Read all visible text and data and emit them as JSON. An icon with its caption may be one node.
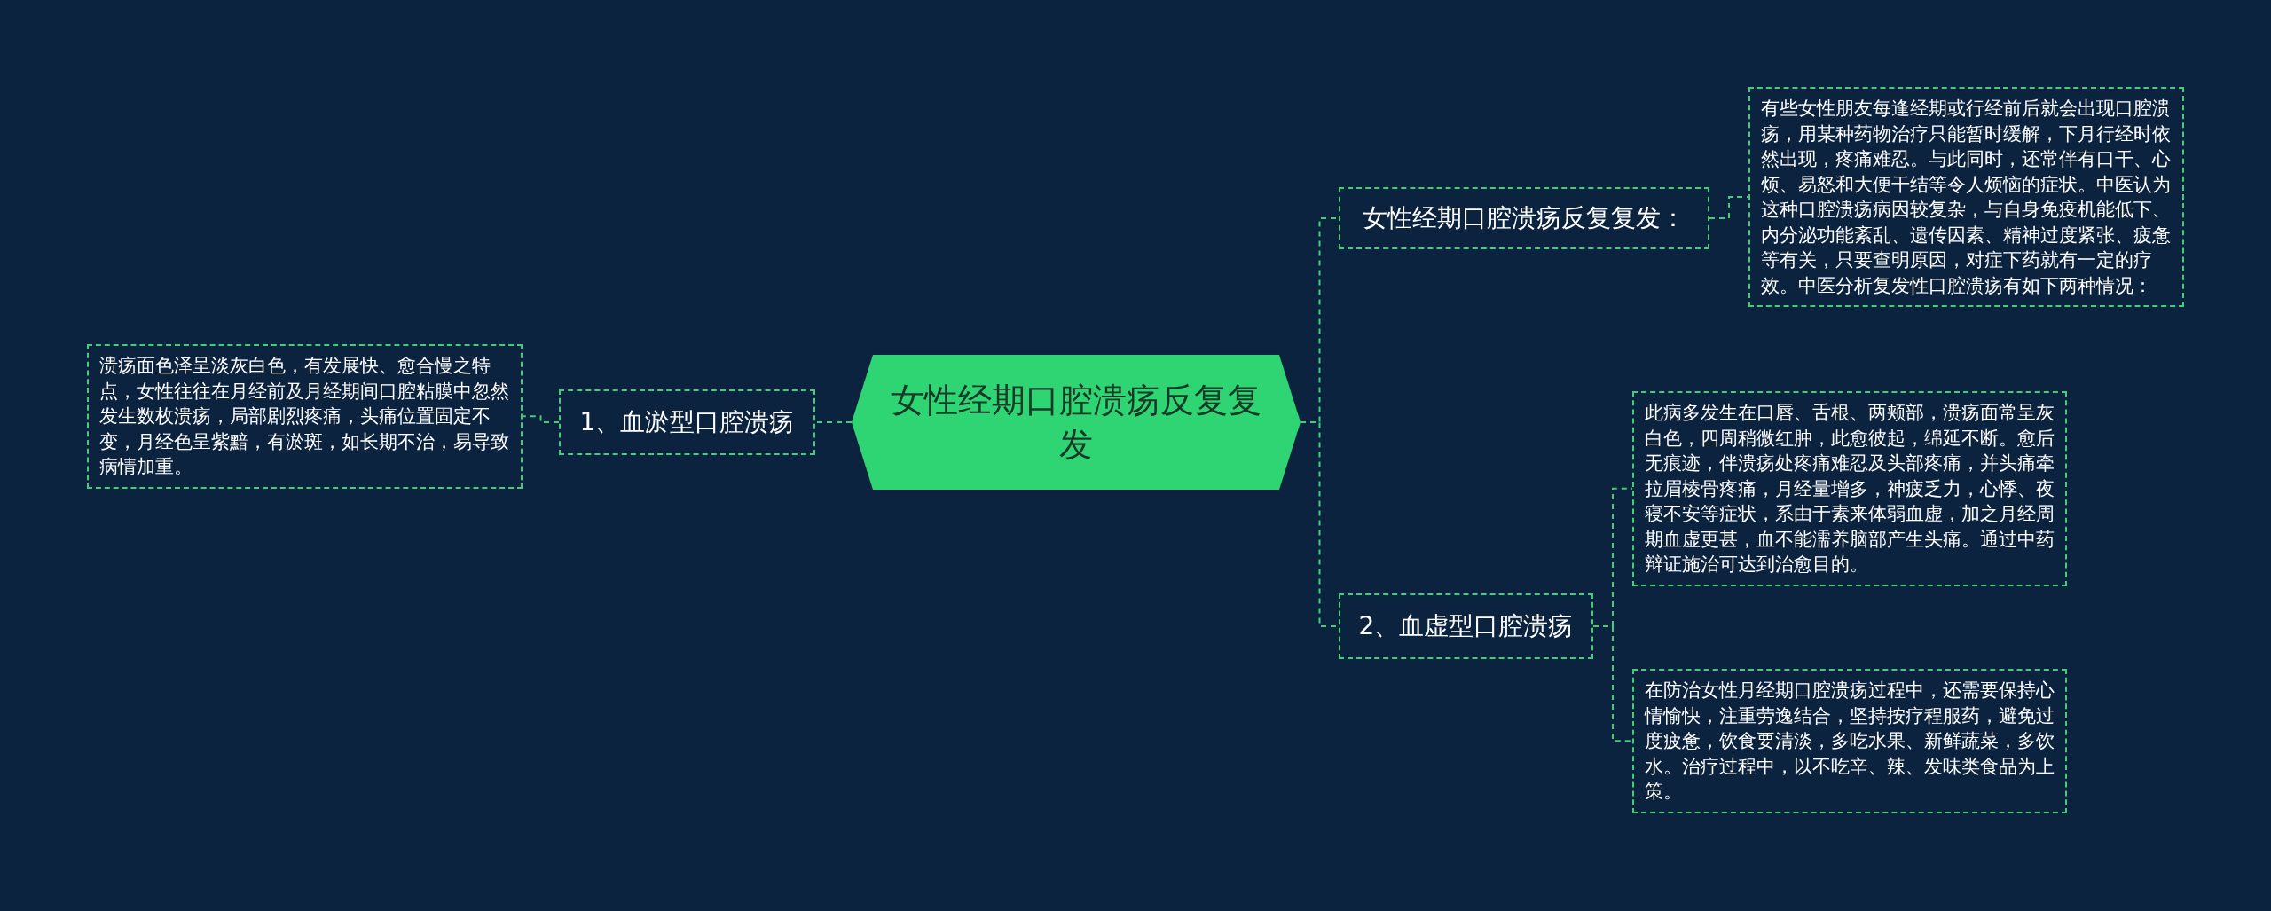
{
  "diagram": {
    "nodes": [
      {
        "text": [
          "女性经期口腔溃疡反复复发"
        ]
      },
      {
        "text": [
          "1、血淤型口腔溃疡"
        ]
      },
      {
        "text": [
          "溃疡面色泽呈淡灰白色，有发展快、愈合慢之特点，女性往往在月经前及月经期间口腔粘膜中忽然发生数枚溃疡，局部剧烈疼痛，头痛位置固定不变，月经色呈紫黯，有淤斑，如长期不治，易导致病情加重。"
        ]
      },
      {
        "text": [
          "女性经期口腔溃疡反复复发："
        ]
      },
      {
        "text": [
          "有些女性朋友每逢经期或行经前后就会出现口腔溃疡，用某种药物治疗只能暂时缓解，下月行经时依然出现，疼痛难忍。与此同时，还常伴有口干、心烦、易怒和大便干结等令人烦恼的症状。中医认为这种口腔溃疡病因较复杂，与自身免疫机能低下、内分泌功能紊乱、遗传因素、精神过度紧张、疲惫等有关，只要查明原因，对症下药就有一定的疗效。中医分析复发性口腔溃疡有如下两种情况："
        ]
      },
      {
        "text": [
          "2、血虚型口腔溃疡"
        ]
      },
      {
        "text": [
          "此病多发生在口唇、舌根、两颊部，溃疡面常呈灰白色，四周稍微红肿，此愈彼起，绵延不断。愈后无痕迹，伴溃疡处疼痛难忍及头部疼痛，并头痛牵拉眉棱骨疼痛，月经量增多，神疲乏力，心悸、夜寝不安等症状，系由于素来体弱血虚，加之月经周期血虚更甚，血不能濡养脑部产生头痛。通过中药辩证施治可达到治愈目的。"
        ]
      },
      {
        "text": [
          "在防治女性月经期口腔溃疡过程中，还需要保持心情愉快，注重劳逸结合，坚持按疗程服药，避免过度疲惫，饮食要清淡，多吃水果、新鲜蔬菜，多饮水。治疗过程中，以不吃辛、辣、发味类食品为上策。"
        ]
      }
    ],
    "edges": [
      {
        "from": 0,
        "to": 1,
        "arrow": "none"
      },
      {
        "from": 1,
        "to": 2,
        "arrow": "none"
      },
      {
        "from": 0,
        "to": 3,
        "arrow": "none"
      },
      {
        "from": 3,
        "to": 4,
        "arrow": "none"
      },
      {
        "from": 0,
        "to": 5,
        "arrow": "none"
      },
      {
        "from": 5,
        "to": 6,
        "arrow": "none"
      },
      {
        "from": 5,
        "to": 7,
        "arrow": "none"
      }
    ]
  }
}
